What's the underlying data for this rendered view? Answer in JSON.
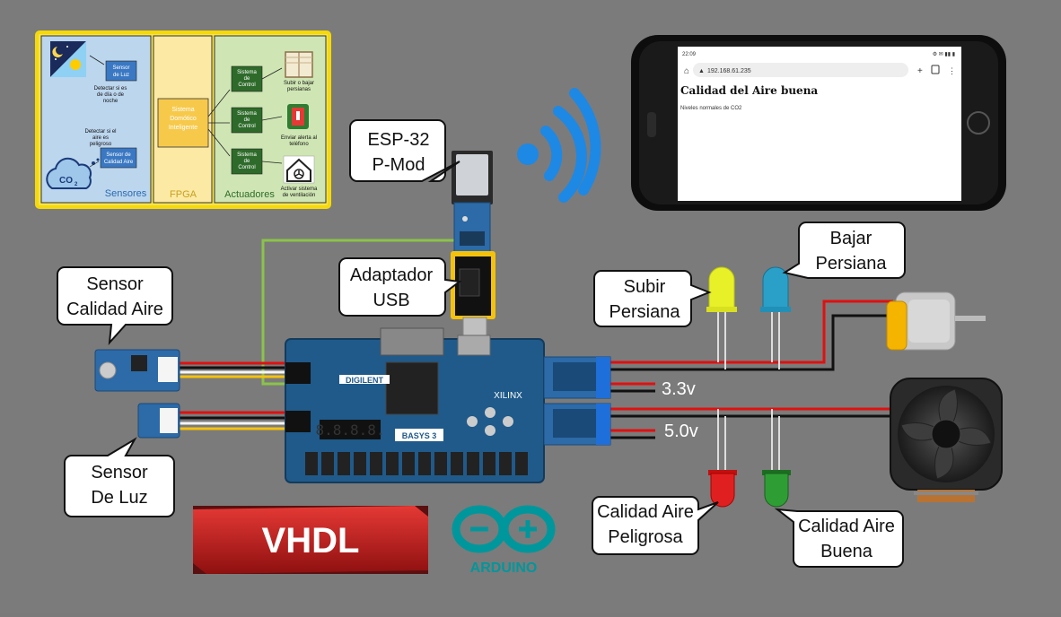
{
  "block_diagram": {
    "sensors_title": "Sensores",
    "fpga_title": "FPGA",
    "actuators_title": "Actuadores",
    "light_sensor_l1": "Sensor",
    "light_sensor_l2": "de Luz",
    "light_desc_l1": "Detectar si es",
    "light_desc_l2": "de día o de",
    "light_desc_l3": "noche",
    "air_desc_l1": "Detectar si el",
    "air_desc_l2": "aire es",
    "air_desc_l3": "peligroso",
    "air_sensor_l1": "Sensor de",
    "air_sensor_l2": "Calidad Aire",
    "co2_label": "CO",
    "co2_sub": "2",
    "fpga_box_l1": "Sistema",
    "fpga_box_l2": "Domótico",
    "fpga_box_l3": "Inteligente",
    "control_l1": "Sistema",
    "control_l2": "de",
    "control_l3": "Control",
    "act1_l1": "Subir o bajar",
    "act1_l2": "persianas",
    "act2_l1": "Enviar alerta al",
    "act2_l2": "teléfono",
    "act3_l1": "Activar sistema",
    "act3_l2": "de ventilación"
  },
  "phone": {
    "time": "22:09",
    "status_icons": "⚙ ✉ ▮▮ ▮",
    "url": "192.168.61.235",
    "heading": "Calidad del Aire buena",
    "body": "Niveles normales de CO2"
  },
  "labels": {
    "esp32_l1": "ESP-32",
    "esp32_l2": "P-Mod",
    "usb_l1": "Adaptador",
    "usb_l2": "USB",
    "air_sensor_l1": "Sensor",
    "air_sensor_l2": "Calidad Aire",
    "light_sensor_l1": "Sensor",
    "light_sensor_l2": "De Luz",
    "raise_l1": "Subir",
    "raise_l2": "Persiana",
    "lower_l1": "Bajar",
    "lower_l2": "Persiana",
    "danger_l1": "Calidad Aire",
    "danger_l2": "Peligrosa",
    "good_l1": "Calidad Aire",
    "good_l2": "Buena",
    "v33": "3.3v",
    "v50": "5.0v"
  },
  "board": {
    "brand": "DIGILENT",
    "xilinx": "XILINX",
    "name": "BASYS 3",
    "display": "8.8.8.8."
  },
  "logos": {
    "vhdl": "VHDL",
    "arduino": "ARDUINO"
  },
  "colors": {
    "background": "#7b7b7b",
    "wire_red": "#e01010",
    "wire_black": "#111111",
    "wire_green": "#8bc34a",
    "board_blue": "#1f5a8a",
    "wifi_blue": "#1e88e5",
    "arduino_teal": "#00979c",
    "vhdl_red": "#c62828"
  }
}
